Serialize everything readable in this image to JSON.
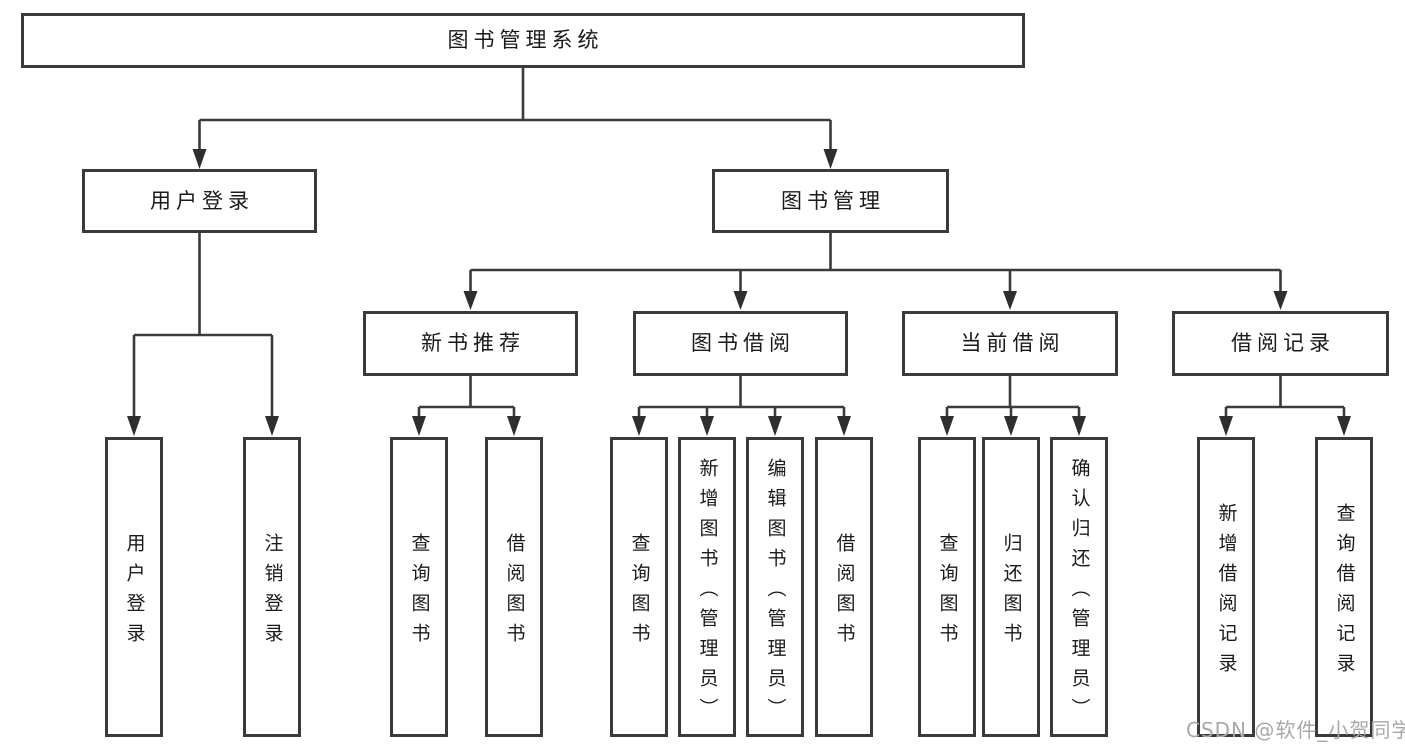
{
  "diagram": {
    "root": {
      "label": "图书管理系统"
    },
    "level2": [
      {
        "label": "用户登录",
        "children": [
          {
            "label": "用户登录"
          },
          {
            "label": "注销登录"
          }
        ]
      },
      {
        "label": "图书管理",
        "sections": [
          {
            "label": "新书推荐",
            "children": [
              {
                "label": "查询图书"
              },
              {
                "label": "借阅图书"
              }
            ]
          },
          {
            "label": "图书借阅",
            "children": [
              {
                "label": "查询图书"
              },
              {
                "label": "新增图书（管理员）"
              },
              {
                "label": "编辑图书（管理员）"
              },
              {
                "label": "借阅图书"
              }
            ]
          },
          {
            "label": "当前借阅",
            "children": [
              {
                "label": "查询图书"
              },
              {
                "label": "归还图书"
              },
              {
                "label": "确认归还（管理员）"
              }
            ]
          },
          {
            "label": "借阅记录",
            "children": [
              {
                "label": "新增借阅记录"
              },
              {
                "label": "查询借阅记录"
              }
            ]
          }
        ]
      }
    ]
  },
  "watermark": {
    "text": "CSDN @软件_小贺同学"
  },
  "colors": {
    "line": "#3a3a3a",
    "text": "#1a1a1a",
    "watermark": "#a8a8a8",
    "background": "#ffffff"
  }
}
